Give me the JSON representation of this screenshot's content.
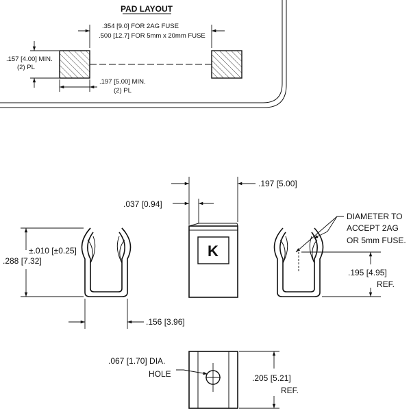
{
  "pad_layout": {
    "title": "PAD LAYOUT",
    "spacing_2ag": ".354 [9.0] FOR 2AG FUSE",
    "spacing_5x20": ".500 [12.7] FOR 5mm x 20mm FUSE",
    "pad_height_value": ".157 [4.00] MIN.",
    "pad_height_note": "(2) PL",
    "pad_width_value": ".197 [5.00] MIN.",
    "pad_width_note": "(2) PL"
  },
  "front_view": {
    "tolerance": "±.010 [±0.25]",
    "height": ".288 [7.32]",
    "width": ".156 [3.96]"
  },
  "side_view": {
    "width": ".197 [5.00]",
    "thickness": ".037 [0.94]",
    "logo_letter": "K"
  },
  "right_view": {
    "diameter_line1": "DIAMETER TO",
    "diameter_line2": "ACCEPT 2AG",
    "diameter_line3": "OR 5mm FUSE.",
    "ref_value": ".195 [4.95]",
    "ref_label": "REF."
  },
  "bottom_view": {
    "hole_value": ".067 [1.70] DIA.",
    "hole_label": "HOLE",
    "ref_value": ".205 [5.21]",
    "ref_label": "REF."
  }
}
